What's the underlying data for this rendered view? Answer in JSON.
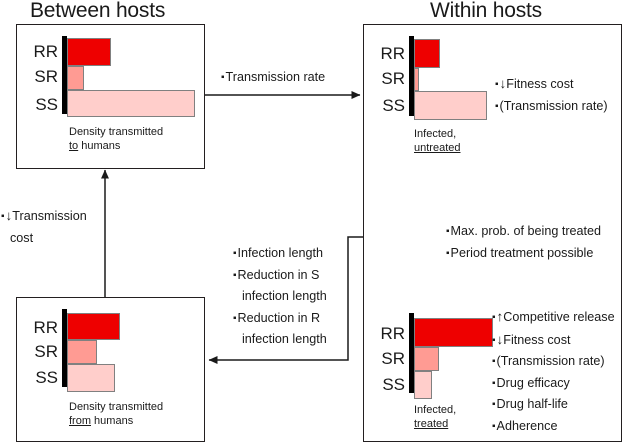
{
  "titles": {
    "between": "Between hosts",
    "within": "Within hosts"
  },
  "genotypes": [
    "RR",
    "SR",
    "SS"
  ],
  "colors": {
    "RR": "#ee0000",
    "SR": "#ff9b93",
    "SS": "#ffcecb",
    "axis": "#000000",
    "box_border": "#231f20",
    "text": "#1a1a1a"
  },
  "panels": {
    "top_left": {
      "name": "density-transmitted-to-humans",
      "caption_line1": "Density transmitted",
      "caption_line2_underlined": "to",
      "caption_line2_rest": " humans",
      "bars": [
        {
          "label": "RR",
          "value": 34
        },
        {
          "label": "SR",
          "value": 13
        },
        {
          "label": "SS",
          "value": 100
        }
      ]
    },
    "bottom_left": {
      "name": "density-transmitted-from-humans",
      "caption_line1": "Density transmitted",
      "caption_line2_underlined": "from",
      "caption_line2_rest": " humans",
      "bars": [
        {
          "label": "RR",
          "value": 100
        },
        {
          "label": "SR",
          "value": 55
        },
        {
          "label": "SS",
          "value": 88
        }
      ]
    },
    "top_right": {
      "name": "infected-untreated",
      "caption_line1": "Infected,",
      "caption_line2_underlined": "untreated",
      "caption_line2_rest": "",
      "bars": [
        {
          "label": "RR",
          "value": 33
        },
        {
          "label": "SR",
          "value": 6
        },
        {
          "label": "SS",
          "value": 100
        }
      ],
      "bullets": [
        {
          "arrow": "↓",
          "text": "Fitness cost"
        },
        {
          "arrow": "",
          "text": "(Transmission rate)"
        }
      ]
    },
    "bottom_right": {
      "name": "infected-treated",
      "caption_line1": "Infected,",
      "caption_line2_underlined": "treated",
      "caption_line2_rest": "",
      "bars": [
        {
          "label": "RR",
          "value": 100
        },
        {
          "label": "SR",
          "value": 32
        },
        {
          "label": "SS",
          "value": 22
        }
      ],
      "bullets": [
        {
          "arrow": "↑",
          "text": "Competitive release"
        },
        {
          "arrow": "↓",
          "text": "Fitness cost"
        },
        {
          "arrow": "",
          "text": "(Transmission rate)"
        },
        {
          "arrow": "",
          "text": "Drug efficacy"
        },
        {
          "arrow": "",
          "text": "Drug half-life"
        },
        {
          "arrow": "",
          "text": "Adherence"
        }
      ]
    }
  },
  "edges": {
    "transmission_rate": {
      "bullet": "▪",
      "text": "Transmission rate"
    },
    "transmission_cost": {
      "bullet": "▪",
      "arrow": "↓",
      "line1": "Transmission",
      "line2": "cost"
    },
    "treatment": {
      "lines": [
        "Max. prob. of being treated",
        "Period treatment possible"
      ]
    },
    "infection_length": {
      "lines": [
        {
          "bullet": true,
          "text": "Infection length"
        },
        {
          "bullet": true,
          "text": "Reduction in S"
        },
        {
          "bullet": false,
          "text": "infection length"
        },
        {
          "bullet": true,
          "text": "Reduction in R"
        },
        {
          "bullet": false,
          "text": "infection length"
        }
      ]
    }
  }
}
